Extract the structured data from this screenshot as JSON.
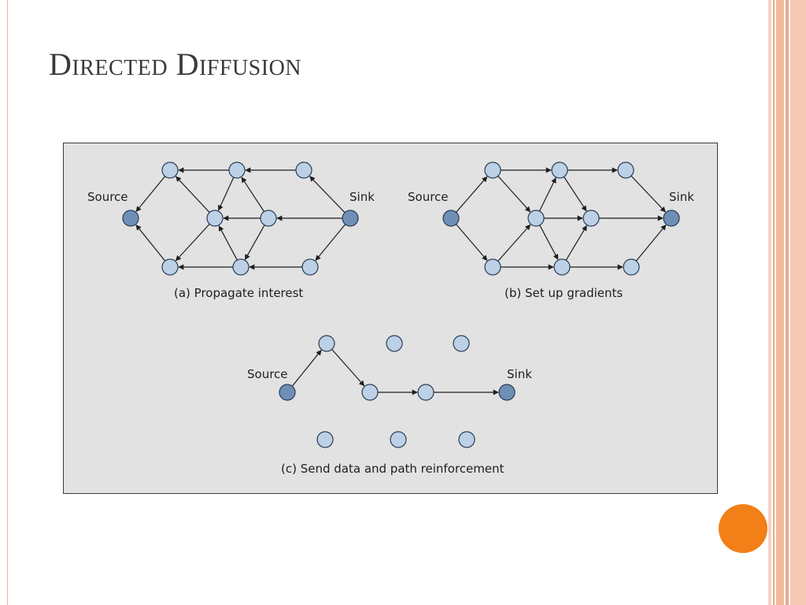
{
  "slide": {
    "title": "Directed Diffusion"
  },
  "figure": {
    "panel_a": {
      "caption": "(a) Propagate interest",
      "source_label": "Source",
      "sink_label": "Sink"
    },
    "panel_b": {
      "caption": "(b) Set up gradients",
      "source_label": "Source",
      "sink_label": "Sink"
    },
    "panel_c": {
      "caption": "(c) Send data and path reinforcement",
      "source_label": "Source",
      "sink_label": "Sink"
    }
  },
  "colors": {
    "node_fill": "#bcd0e6",
    "endpoint_fill": "#6f8fb6",
    "node_stroke": "#2a3b55",
    "panel_background": "#e2e2e3",
    "accent_orange": "#f27f17",
    "stripe_salmon": "#f1b99a"
  }
}
